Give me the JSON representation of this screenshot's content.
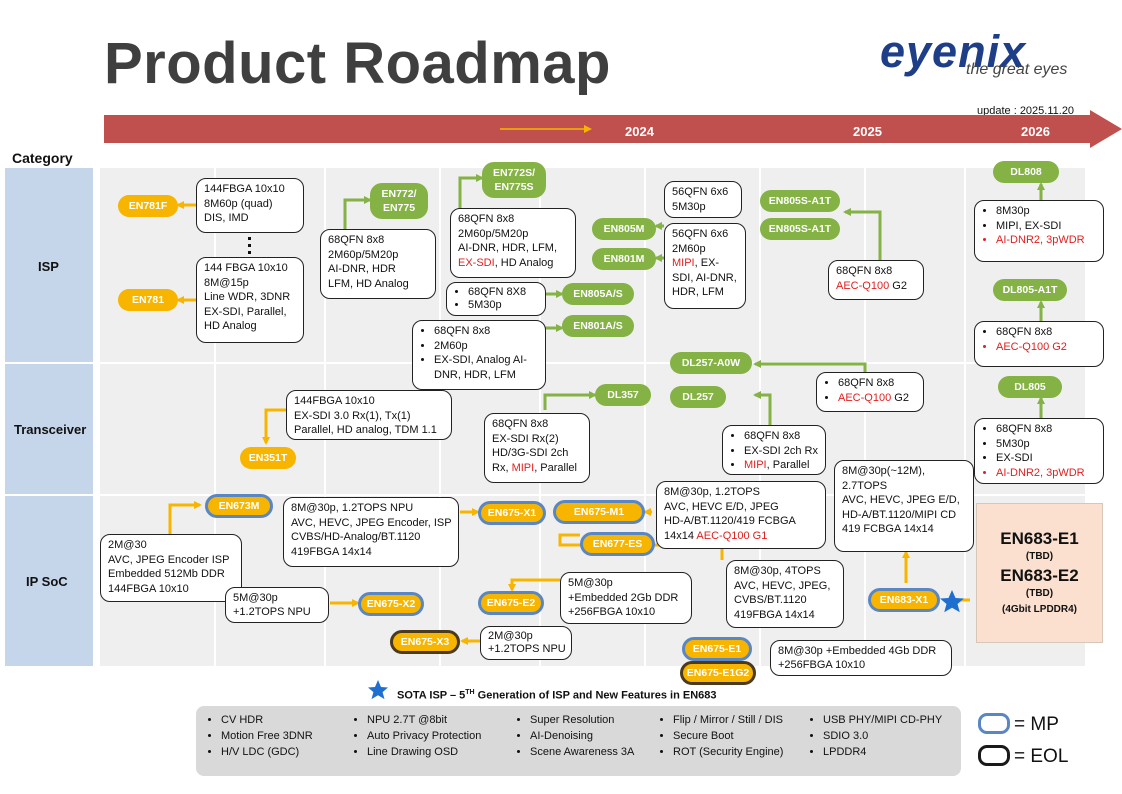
{
  "header": {
    "title": "Product Roadmap",
    "logo_text": "eyenix",
    "logo_tagline": "the great eyes",
    "update": "update : 2025.11.20"
  },
  "timeline": {
    "years": [
      "2024",
      "2025",
      "2026"
    ]
  },
  "categories": {
    "header": "Category",
    "isp": "ISP",
    "transceiver": "Transceiver",
    "ipsoc": "IP SoC"
  },
  "chips": {
    "en781f": "EN781F",
    "en781": "EN781",
    "en772": "EN772/\nEN775",
    "en772s": "EN772S/\nEN775S",
    "en805m": "EN805M",
    "en801m": "EN801M",
    "en805as": "EN805A/S",
    "en801as": "EN801A/S",
    "en805s_a1t_1": "EN805S-A1T",
    "en805s_a1t_2": "EN805S-A1T",
    "dl808": "DL808",
    "dl805_a1t": "DL805-A1T",
    "dl805": "DL805",
    "dl357": "DL357",
    "dl257_a0w": "DL257-A0W",
    "dl257": "DL257",
    "en351t": "EN351T",
    "en673m": "EN673M",
    "en675x1": "EN675-X1",
    "en675m1": "EN675-M1",
    "en677es": "EN677-ES",
    "en675x2": "EN675-X2",
    "en675e2": "EN675-E2",
    "en675x3": "EN675-X3",
    "en683x1": "EN683-X1",
    "en675e1": "EN675-E1",
    "en675e1g2": "EN675-E1G2"
  },
  "boxes": {
    "b781f": [
      "144FBGA 10x10",
      "8M60p (quad)",
      "DIS, IMD"
    ],
    "b781": [
      "144 FBGA 10x10",
      "8M@15p",
      "Line WDR, 3DNR",
      "EX-SDI, Parallel,",
      "HD Analog"
    ],
    "b772": [
      "68QFN 8x8",
      "2M60p/5M20p",
      "AI-DNR, HDR",
      "LFM, HD Analog"
    ],
    "b772s_1": "68QFN 8x8",
    "b772s_2": "2M60p/5M20p",
    "b772s_3": "AI-DNR, HDR, LFM,",
    "b772s_4r": "EX-SDI",
    "b772s_4": ", HD Analog",
    "b805m": [
      "56QFN 6x6",
      "5M30p"
    ],
    "b801m_1": "56QFN 6x6",
    "b801m_2": "2M60p",
    "b801m_3r": "MIPI",
    "b801m_3": ", EX-",
    "b801m_4": "SDI, AI-DNR,",
    "b801m_5": "HDR, LFM",
    "b805as": [
      "68QFN 8X8",
      "5M30p"
    ],
    "b801as": [
      "68QFN 8x8",
      "2M60p",
      "EX-SDI, Analog AI-",
      "DNR, HDR, LFM"
    ],
    "b805s_1": "68QFN 8x8",
    "b805s_2r": "AEC-Q100",
    "b805s_2": " G2",
    "b808_1": "8M30p",
    "b808_2": "MIPI, EX-SDI",
    "b808_3r": "AI-DNR2, 3pWDR",
    "b805a1t_1": "68QFN 8x8",
    "b805a1t_2r": "AEC-Q100 G2",
    "b805_1": "68QFN 8x8",
    "b805_2": "5M30p",
    "b805_3": "EX-SDI",
    "b805_4r": "AI-DNR2, 3pWDR",
    "b351t": [
      "144FBGA 10x10",
      "EX-SDI 3.0 Rx(1), Tx(1)",
      "Parallel, HD analog, TDM 1.1"
    ],
    "b357_1": "68QFN 8x8",
    "b357_2": "EX-SDI Rx(2)",
    "b357_3": "HD/3G-SDI 2ch",
    "b357_4a": "Rx, ",
    "b357_4r": "MIPI",
    "b357_4b": ", Parallel",
    "b257_1": "68QFN 8x8",
    "b257_2": "EX-SDI 2ch Rx",
    "b257_3r": "MIPI",
    "b257_3": ", Parallel",
    "b257a0w_1": "68QFN 8x8",
    "b257a0w_2r": "AEC-Q100",
    "b257a0w_2": " G2",
    "b673m": [
      "2M@30",
      "AVC, JPEG Encoder ISP",
      "Embedded 512Mb DDR",
      "144FBGA 10x10"
    ],
    "b675x1": [
      "8M@30p, 1.2TOPS NPU",
      "AVC, HEVC, JPEG Encoder, ISP",
      "CVBS/HD-Analog/BT.1120",
      "419FBGA 14x14"
    ],
    "b675m1_1": "8M@30p, 1.2TOPS",
    "b675m1_2": "AVC, HEVC E/D, JPEG",
    "b675m1_3": "HD-A/BT.1120/419 FCBGA",
    "b675m1_4": "14x14 ",
    "b675m1_4r": "AEC-Q100 G1",
    "b677es": [
      "8M@30p, 4TOPS",
      "AVC, HEVC, JPEG,",
      "CVBS/BT.1120",
      "419FBGA 14x14"
    ],
    "b683x1": [
      "8M@30p(~12M),",
      "2.7TOPS",
      "AVC, HEVC, JPEG E/D,",
      "HD-A/BT.1120/MIPI CD",
      "419 FCBGA 14x14"
    ],
    "b675x2": [
      "5M@30p",
      "+1.2TOPS NPU"
    ],
    "b675e2": [
      "5M@30p",
      "+Embedded 2Gb DDR",
      "+256FBGA 10x10"
    ],
    "b675x3": [
      "2M@30p",
      "+1.2TOPS NPU"
    ],
    "b675e1": [
      "8M@30p +Embedded 4Gb DDR",
      "+256FBGA 10x10"
    ]
  },
  "tbd": {
    "line1": "EN683-E1",
    "line1_sub": "(TBD)",
    "line2": "EN683-E2",
    "line2_sub": "(TBD)",
    "line3": "(4Gbit LPDDR4)"
  },
  "sota": {
    "prefix": "SOTA ISP – 5",
    "sup": "TH",
    "suffix": " Generation of ISP and New Features  in EN683"
  },
  "features": [
    [
      "CV HDR",
      "Motion Free 3DNR",
      "H/V LDC (GDC)"
    ],
    [
      "NPU 2.7T @8bit",
      "Auto Privacy Protection",
      "Line Drawing OSD"
    ],
    [
      "Super Resolution",
      "AI-Denoising",
      "Scene Awareness 3A"
    ],
    [
      "Flip / Mirror / Still / DIS",
      "Secure Boot",
      "ROT (Security Engine)"
    ],
    [
      "USB PHY/MIPI CD-PHY",
      "SDIO 3.0",
      "LPDDR4"
    ]
  ],
  "legend": {
    "mp": "= MP",
    "eol": "= EOL"
  },
  "colors": {
    "yellow": "#f7b500",
    "green": "#84b244",
    "arrow_red": "#c0504d",
    "row_blue": "#c5d5ea",
    "mp_border": "#5a86c2",
    "eol_border": "#4a3a1e",
    "accent_red": "#e02020",
    "star": "#1f6fd0"
  }
}
